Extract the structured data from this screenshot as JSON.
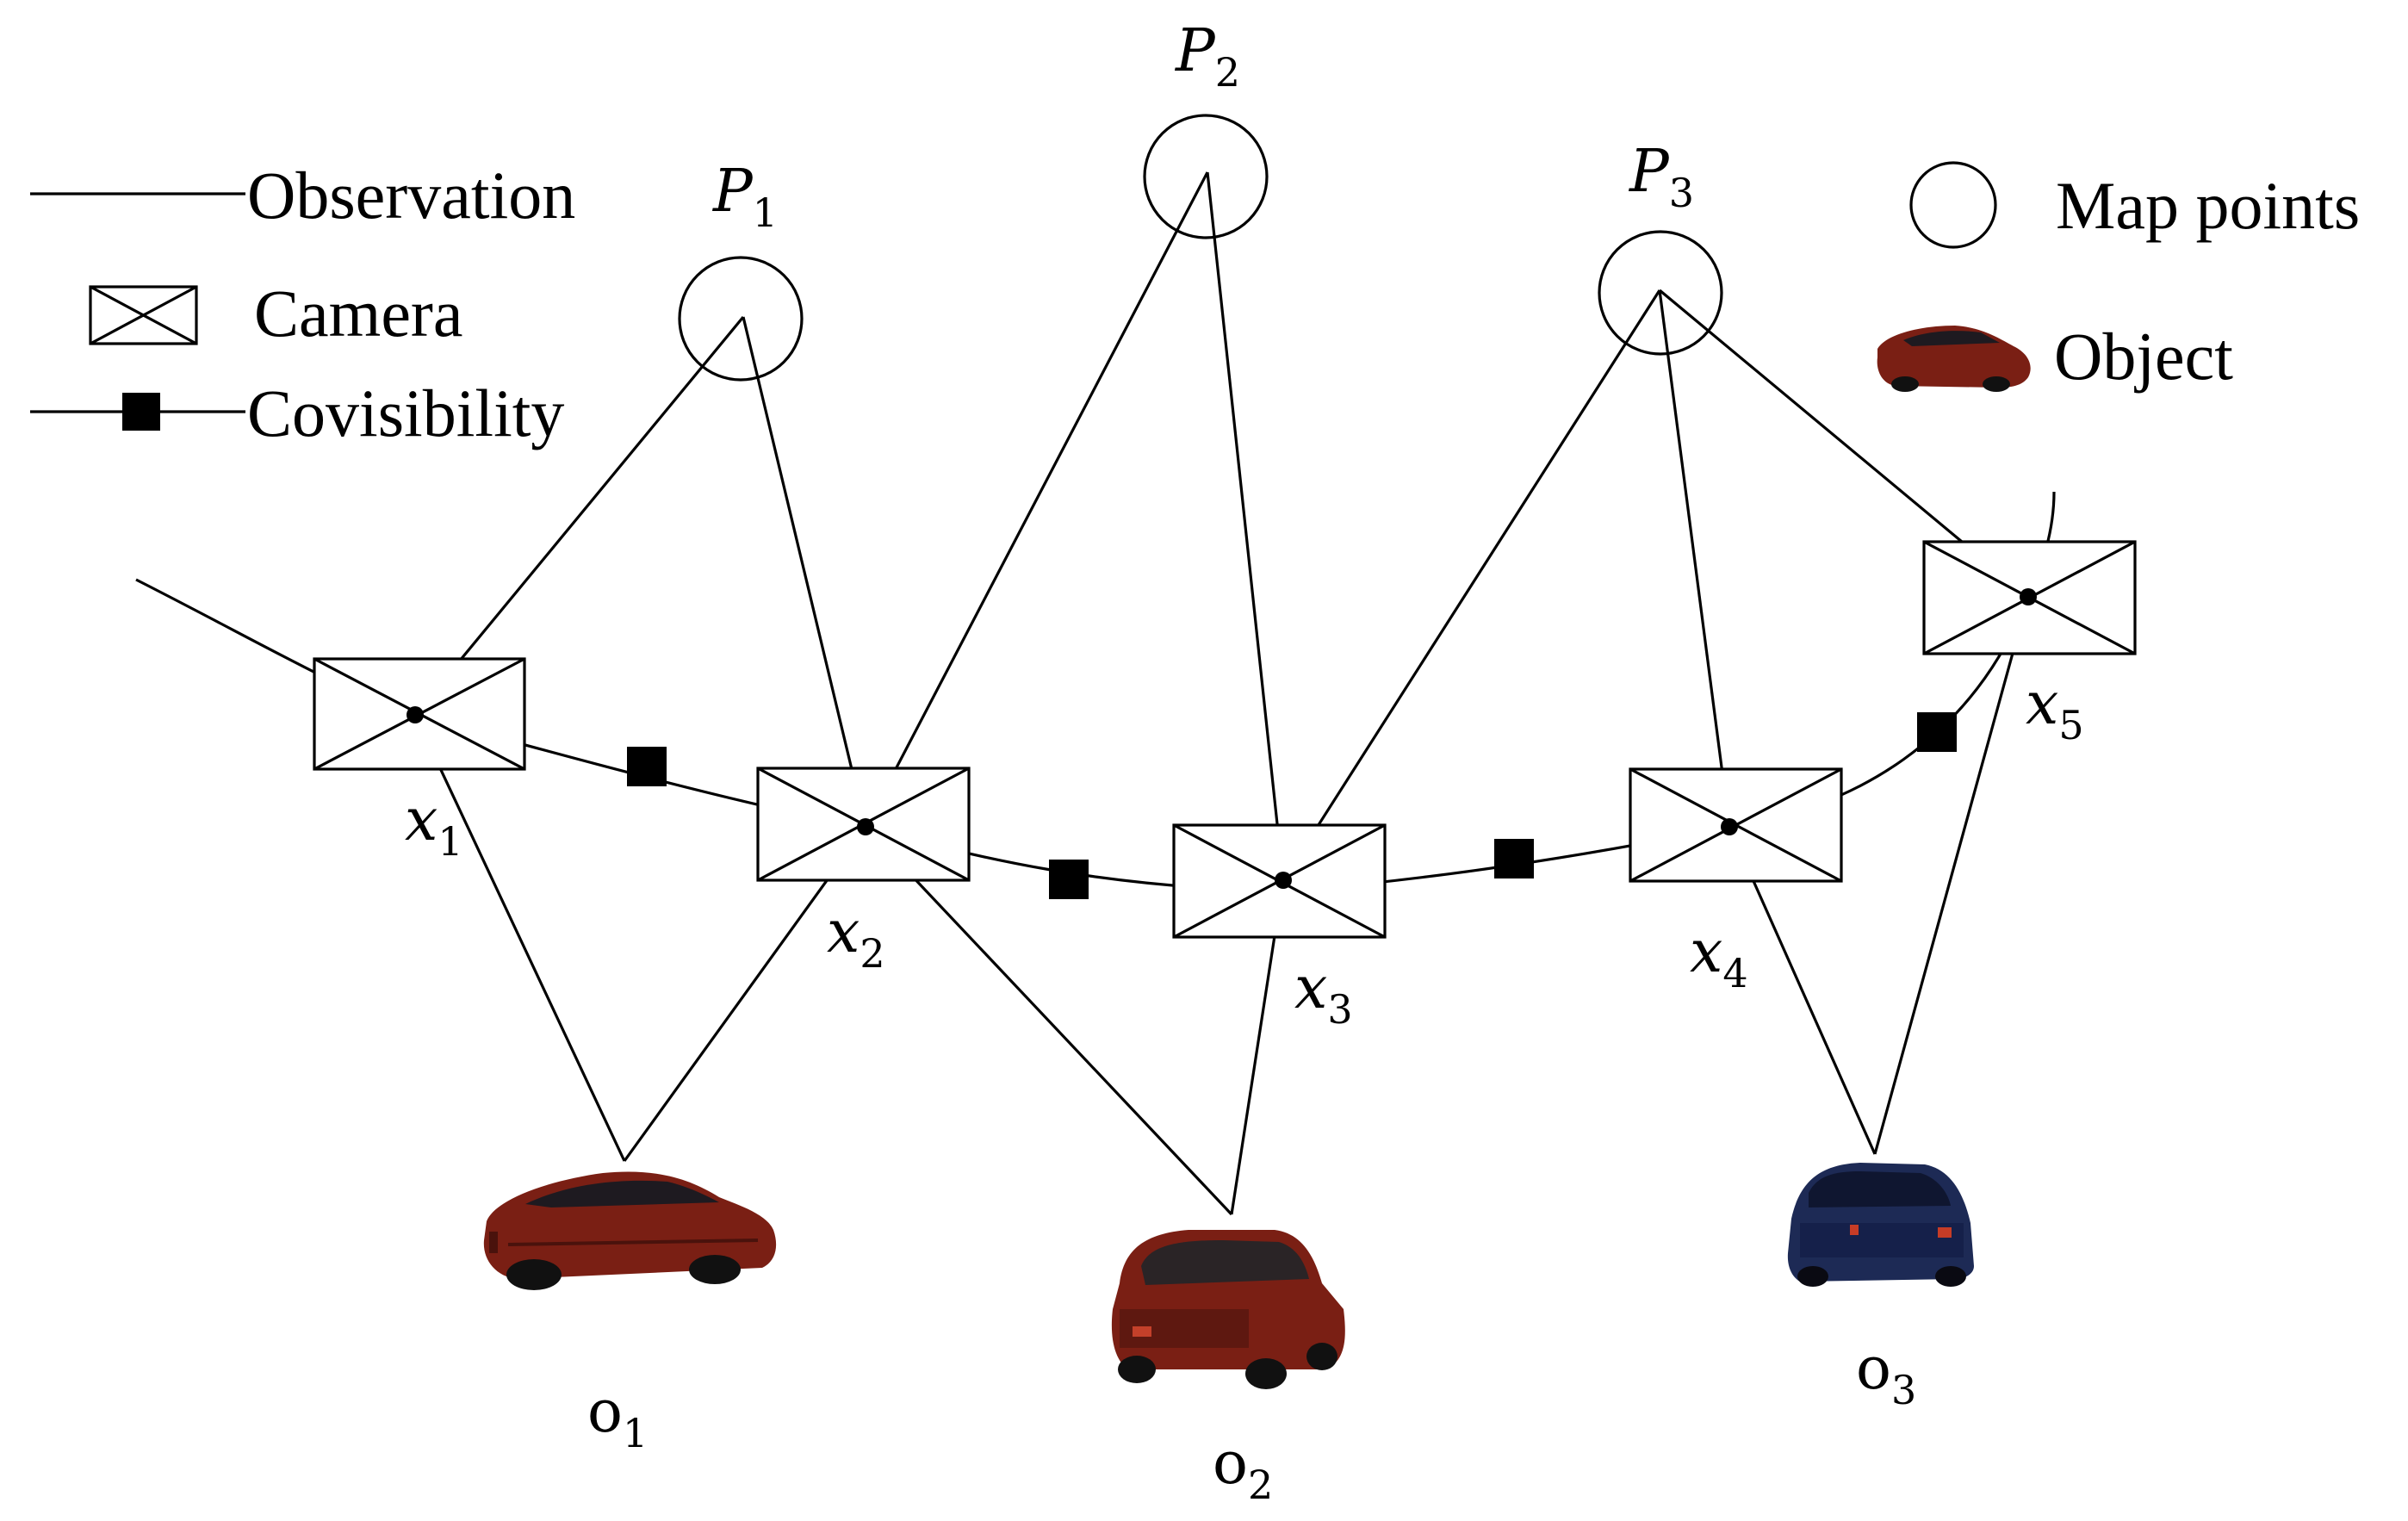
{
  "legend": {
    "observation": "Observation",
    "camera": "Camera",
    "covisibility": "Covisibility",
    "map_points": "Map points",
    "object": "Object"
  },
  "map_points": [
    {
      "base": "P",
      "sub": "1"
    },
    {
      "base": "P",
      "sub": "2"
    },
    {
      "base": "P",
      "sub": "3"
    }
  ],
  "cameras": [
    {
      "base": "x",
      "sub": "1"
    },
    {
      "base": "x",
      "sub": "2"
    },
    {
      "base": "x",
      "sub": "3"
    },
    {
      "base": "x",
      "sub": "4"
    },
    {
      "base": "x",
      "sub": "5"
    }
  ],
  "objects": [
    {
      "base": "o",
      "sub": "1"
    },
    {
      "base": "o",
      "sub": "2"
    },
    {
      "base": "o",
      "sub": "3"
    }
  ],
  "colors": {
    "car_red": "#7a1f14",
    "car_dark_red": "#4a120c",
    "car_blue": "#1d2a55",
    "car_dark_blue": "#0f1630"
  }
}
